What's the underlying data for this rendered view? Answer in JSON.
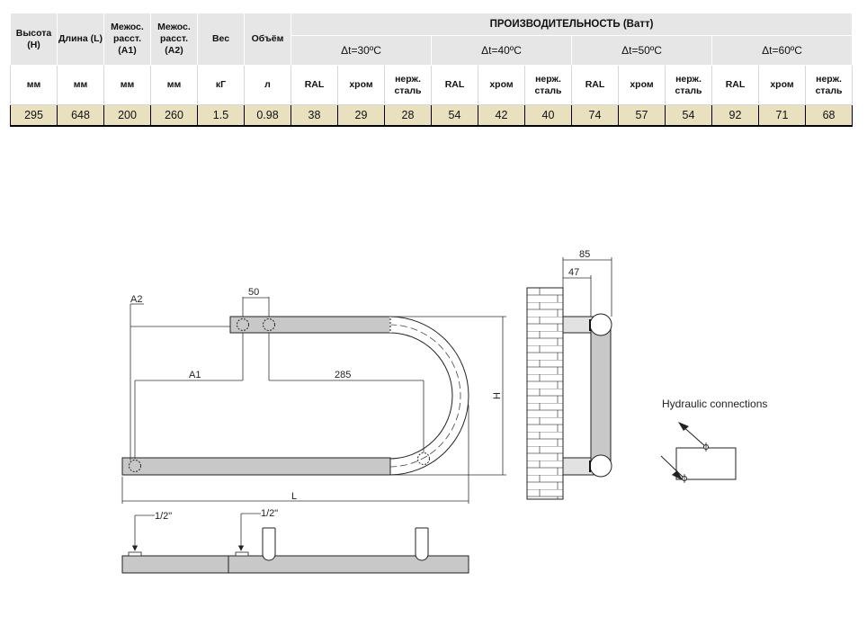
{
  "table": {
    "col_headers": {
      "height": "Высота (Н)",
      "length": "Длина (L)",
      "a1": "Межос. расст. (А1)",
      "a2": "Межос. расст. (А2)",
      "weight": "Вес",
      "volume": "Объём"
    },
    "performance_title": "ПРОИЗВОДИТЕЛЬНОСТЬ (Ватт)",
    "deltas": [
      "Δt=30ºC",
      "Δt=40ºC",
      "Δt=50ºC",
      "Δt=60ºC"
    ],
    "finishes": [
      "RAL",
      "хром",
      "нерж. сталь"
    ],
    "units": {
      "height": "мм",
      "length": "мм",
      "a1": "мм",
      "a2": "мм",
      "weight": "кГ",
      "volume": "л"
    },
    "values": {
      "height": "295",
      "length": "648",
      "a1": "200",
      "a2": "260",
      "weight": "1.5",
      "volume": "0.98",
      "dt30": [
        "38",
        "29",
        "28"
      ],
      "dt40": [
        "54",
        "42",
        "40"
      ],
      "dt50": [
        "74",
        "57",
        "54"
      ],
      "dt60": [
        "92",
        "71",
        "68"
      ]
    }
  },
  "drawing": {
    "dim_a2": "A2",
    "dim_50": "50",
    "dim_a1": "A1",
    "dim_285": "285",
    "dim_h": "H",
    "dim_l": "L",
    "dim_85": "85",
    "dim_47": "47",
    "thread_1": "1/2\"",
    "thread_2": "1/2\"",
    "hydraulic_label": "Hydraulic connections"
  },
  "colors": {
    "header_grey": "#e6e6e6",
    "value_row": "#e9e0bf",
    "pipe_grey": "#c8c8c8"
  }
}
